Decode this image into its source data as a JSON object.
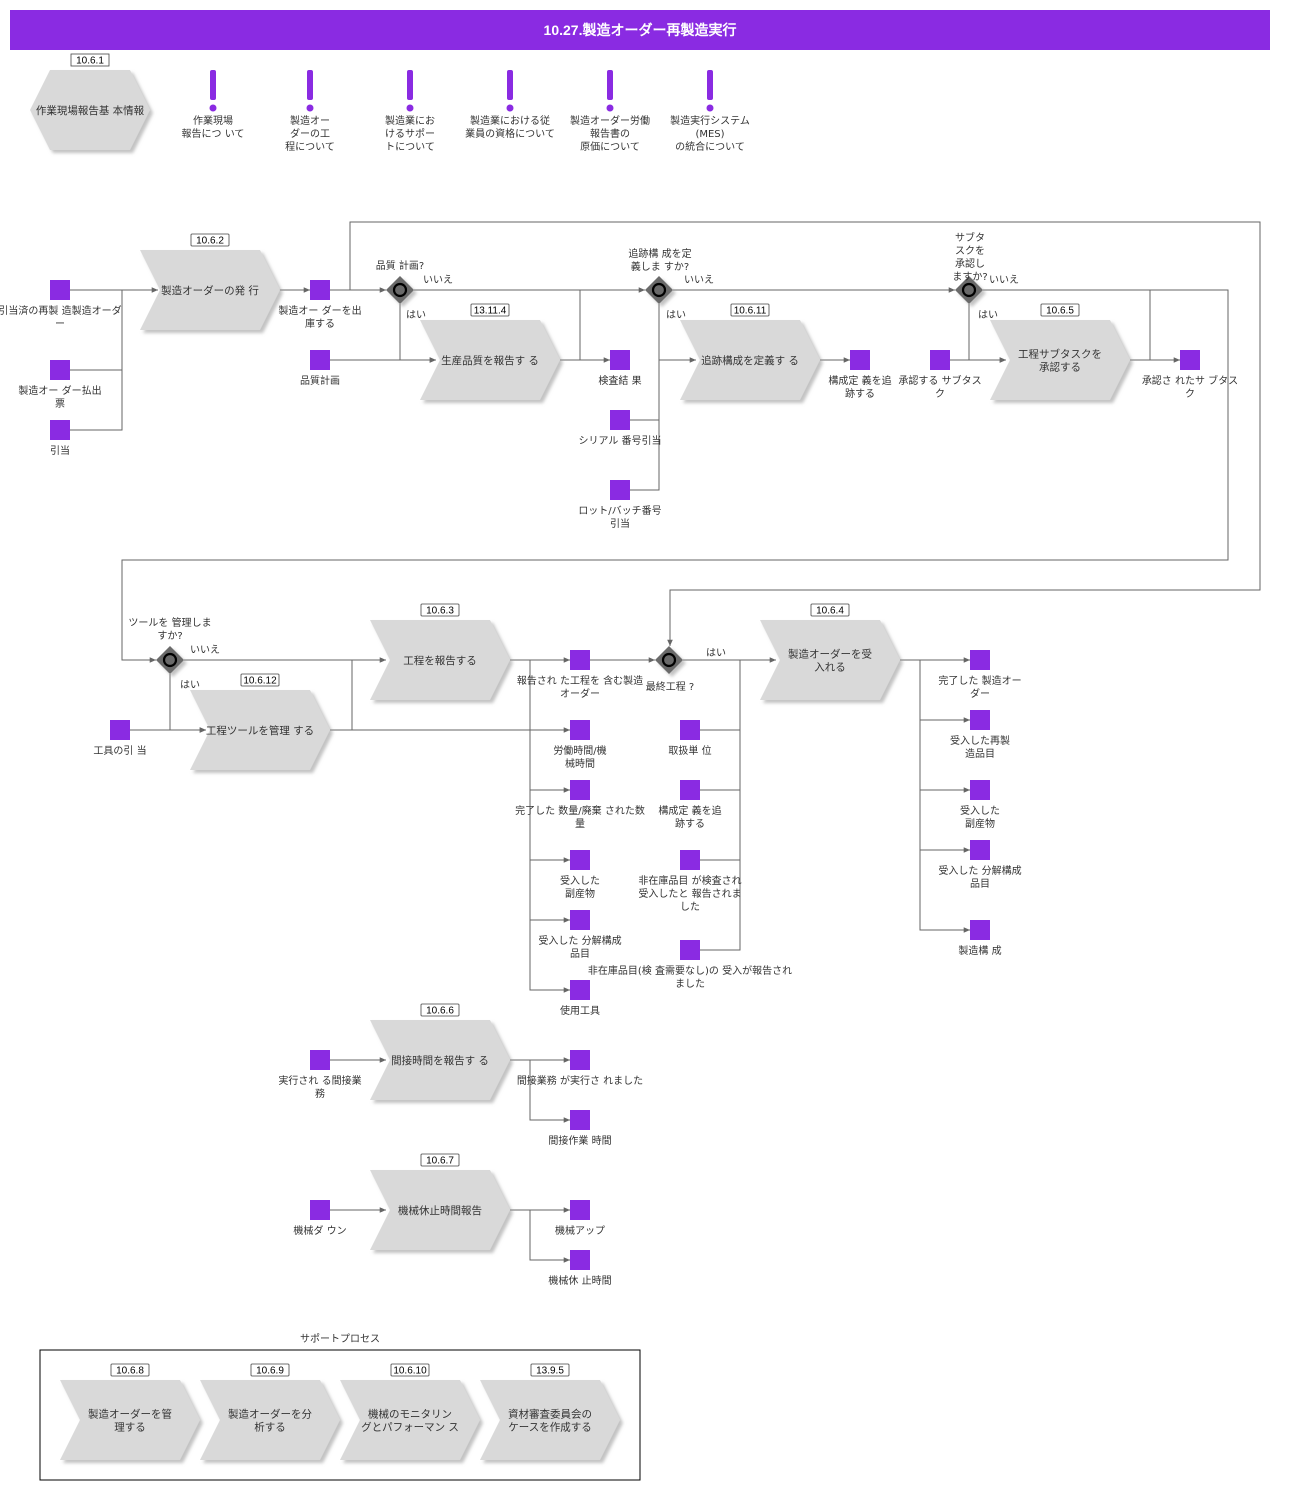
{
  "title": "10.27.製造オーダー再製造実行",
  "colors": {
    "accent": "#8a2be2",
    "shape": "#d9d9d9",
    "box": "#8a2be2",
    "line": "#666666"
  },
  "top": {
    "hex": {
      "id": "10.6.1",
      "label": "作業現場報告基 本情報"
    },
    "notes": [
      "作業現場 報告につ いて",
      "製造オー ダーの工 程について",
      "製造業にお けるサポー トについて",
      "製造業における従 業員の資格について",
      "製造オーダー労働 報告書の 原価について",
      "製造実行システム (MES) の統合について"
    ]
  },
  "processes": [
    {
      "id": "10.6.2",
      "label": "製造オーダーの発 行"
    },
    {
      "id": "13.11.4",
      "label": "生産品質を報告す る"
    },
    {
      "id": "10.6.11",
      "label": "追跡構成を定義す る"
    },
    {
      "id": "10.6.5",
      "label": "工程サブタスクを 承認する"
    },
    {
      "id": "10.6.3",
      "label": "工程を報告する"
    },
    {
      "id": "10.6.12",
      "label": "工程ツールを管理 する"
    },
    {
      "id": "10.6.4",
      "label": "製造オーダーを受 入れる"
    },
    {
      "id": "10.6.6",
      "label": "間接時間を報告す る"
    },
    {
      "id": "10.6.7",
      "label": "機械休止時間報告"
    }
  ],
  "gateways": [
    {
      "label": "品質 計画?",
      "yes": "はい",
      "no": "いいえ"
    },
    {
      "label": "追跡構 成を定 義しま すか?",
      "yes": "はい",
      "no": "いいえ"
    },
    {
      "label": "サブタ スクを 承認し ますか?",
      "yes": "はい",
      "no": "いいえ"
    },
    {
      "label": "ツールを 管理しま すか?",
      "yes": "はい",
      "no": "いいえ"
    },
    {
      "label": "最終工程 ?",
      "yes": "はい"
    }
  ],
  "data_objects": [
    "引当済の再製 造製造オーダ ー",
    "製造オー ダー払出 票",
    "引当",
    "製造オー ダーを出 庫する",
    "品質計画",
    "検査結 果",
    "シリアル 番号引当",
    "ロット/バッチ番号 引当",
    "構成定 義を追 跡する",
    "承認する サブタス ク",
    "承認さ れたサ ブタス ク",
    "工具の引 当",
    "報告され た工程を 含む製造 オーダー",
    "労働時間/機 械時間",
    "完了した 数量/廃棄 された数 量",
    "受入した 副産物",
    "受入した 分解構成 品目",
    "使用工具",
    "取扱単 位",
    "構成定 義を追 跡する",
    "非在庫品目 が検査され 受入したと 報告されま した",
    "非在庫品目(検 査需要なし)の 受入が報告され ました",
    "完了した 製造オー ダー",
    "受入した再製 造品目",
    "受入した 副産物",
    "受入した 分解構成 品目",
    "製造構 成",
    "実行され る間接業 務",
    "間接業務 が実行さ れました",
    "間接作業 時間",
    "機械ダ ウン",
    "機械アップ",
    "機械休 止時間"
  ],
  "support": {
    "title": "サポートプロセス",
    "items": [
      {
        "id": "10.6.8",
        "label": "製造オーダーを管 理する"
      },
      {
        "id": "10.6.9",
        "label": "製造オーダーを分 析する"
      },
      {
        "id": "10.6.10",
        "label": "機械のモニタリン グとパフォーマン ス"
      },
      {
        "id": "13.9.5",
        "label": "資材審査委員会の ケースを作成する"
      }
    ]
  }
}
